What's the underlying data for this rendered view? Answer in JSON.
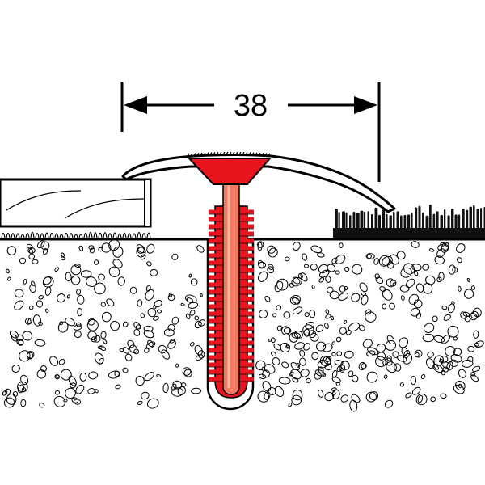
{
  "dimension": {
    "value_label": "38"
  },
  "colors": {
    "background": "#ffffff",
    "line": "#000000",
    "plug_red": "#e8141e",
    "screw_highlight": "#f07b62",
    "carpet_fibers": "#111111",
    "profile_fill": "#ffffff"
  },
  "components": {
    "left_floor": "laminate-flooring",
    "right_floor": "carpet",
    "transition": "transition-profile",
    "fastener": "dowel-and-screw",
    "substrate": "concrete-subfloor"
  }
}
